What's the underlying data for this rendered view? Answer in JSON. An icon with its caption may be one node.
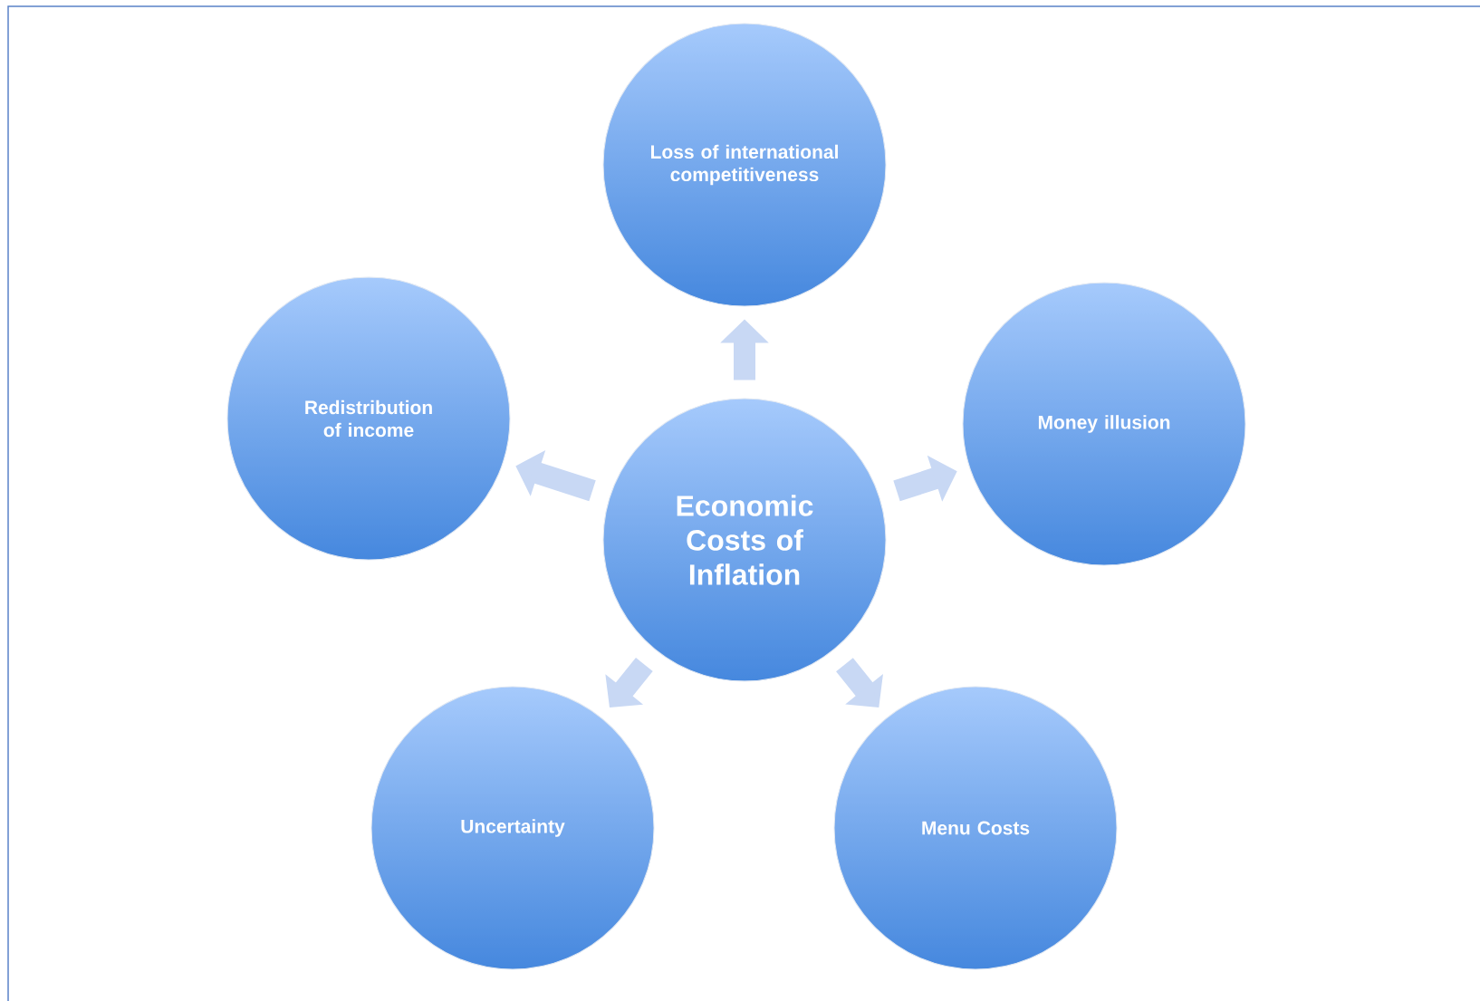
{
  "diagram": {
    "nodes": [
      {
        "text": [
          "Loss of international competitiveness"
        ]
      },
      {
        "text": [
          "Redistribution of income"
        ]
      },
      {
        "text": [
          "Money illusion"
        ]
      },
      {
        "text": [
          "Economic Costs of Inflation"
        ]
      },
      {
        "text": [
          "Uncertainty"
        ]
      },
      {
        "text": [
          "Menu Costs"
        ]
      }
    ],
    "edges": [
      {
        "from": 3,
        "to": 0,
        "arrow": "to"
      },
      {
        "from": 3,
        "to": 1,
        "arrow": "to"
      },
      {
        "from": 3,
        "to": 2,
        "arrow": "to"
      },
      {
        "from": 3,
        "to": 4,
        "arrow": "to"
      },
      {
        "from": 3,
        "to": 5,
        "arrow": "to"
      }
    ]
  }
}
